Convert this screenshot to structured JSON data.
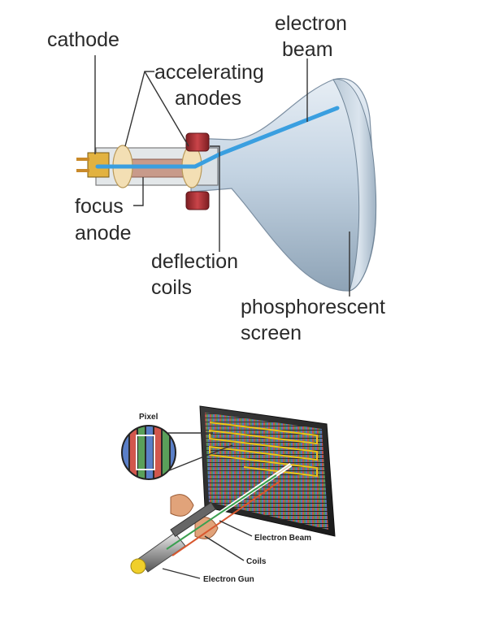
{
  "top_diagram": {
    "labels": {
      "cathode": "cathode",
      "electron_beam_line1": "electron",
      "electron_beam_line2": "beam",
      "accelerating_line1": "accelerating",
      "accelerating_line2": "anodes",
      "focus_line1": "focus",
      "focus_line2": "anode",
      "deflection_line1": "deflection",
      "deflection_line2": "coils",
      "phosphor_line1": "phosphorescent",
      "phosphor_line2": "screen"
    }
  },
  "bottom_diagram": {
    "labels": {
      "pixel": "Pixel",
      "electron_beam": "Electron Beam",
      "coils": "Coils",
      "electron_gun": "Electron Gun"
    }
  },
  "colors": {
    "beam": "#3a9fe0",
    "tube_glass": "#b8c9d8",
    "coil_red": "#b8343a",
    "anode_ring": "#f0d9a8",
    "screen_frame": "#2b2b2b",
    "scan_yellow": "#e8c21a"
  }
}
